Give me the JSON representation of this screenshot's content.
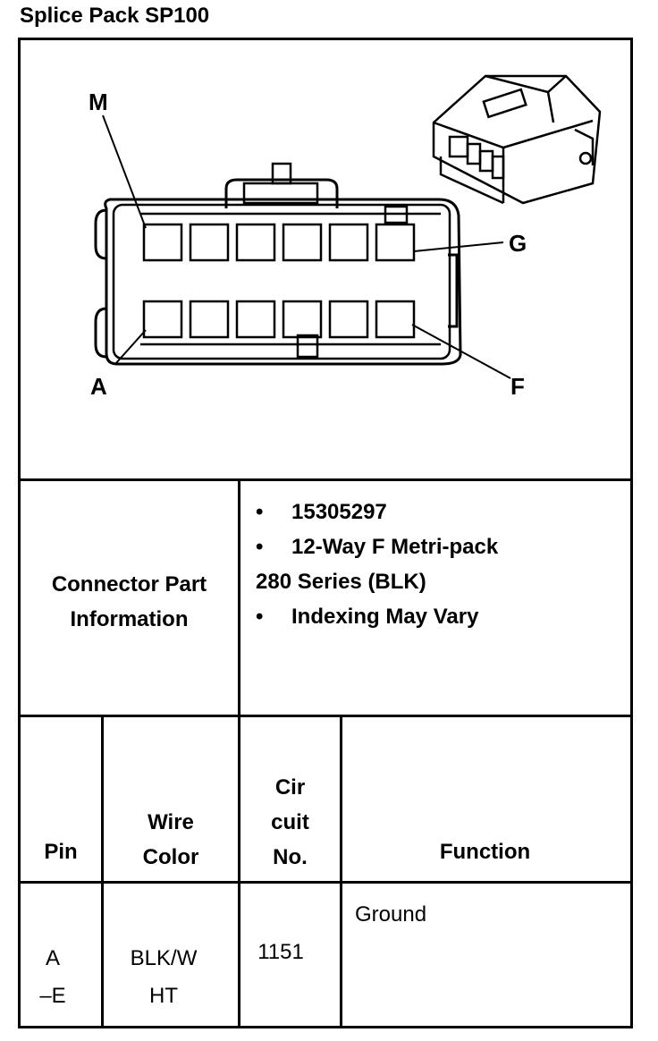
{
  "title": "Splice Pack SP100",
  "diagram": {
    "labels": {
      "top_left": "M",
      "top_right": "G",
      "bottom_left": "A",
      "bottom_right": "F"
    },
    "icons": {
      "connector_face": "connector-face-drawing",
      "connector_3d": "connector-3d-drawing"
    }
  },
  "connector_info": {
    "label_line1": "Connector Part",
    "label_line2": "Information",
    "bullets": [
      "15305297",
      "12-Way F Metri-pack",
      "Indexing May Vary"
    ],
    "bullet2_continuation": "280 Series (BLK)"
  },
  "table": {
    "headers": {
      "pin": "Pin",
      "wire_color_1": "Wire",
      "wire_color_2": "Color",
      "circuit_1": "Cir",
      "circuit_2": "cuit",
      "circuit_3": "No.",
      "function": "Function"
    },
    "rows": [
      {
        "pin_1": "A",
        "pin_2": "–E",
        "color_1": "BLK/W",
        "color_2": "HT",
        "circuit": "1151",
        "function": "Ground"
      }
    ]
  }
}
